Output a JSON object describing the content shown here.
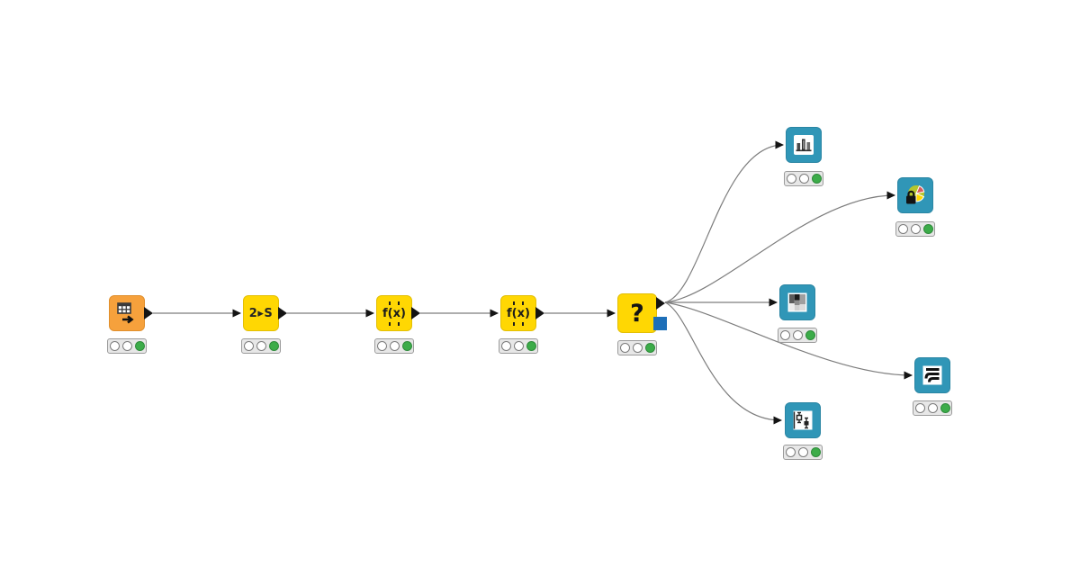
{
  "workflow": {
    "background_color": "#ffffff",
    "wire_color": "#7D7D7D",
    "arrow_color": "#141414",
    "status_light_colors": {
      "inactive": "#ffffff",
      "executed_green": "#3CAC49"
    },
    "node_colors": {
      "source_orange": "#F6A13C",
      "manipulator_yellow": "#FFD703",
      "view_teal": "#3096B7",
      "extra_port_blue": "#1D6FB8"
    },
    "nodes": [
      {
        "name": "table-creator",
        "category": "source",
        "icon": "table-arrow-icon",
        "glyph": "",
        "status": "executed",
        "lights": [
          "off",
          "off",
          "green"
        ]
      },
      {
        "name": "number-to-string",
        "category": "manipulator",
        "icon": "",
        "glyph": "2▸S",
        "status": "executed",
        "lights": [
          "off",
          "off",
          "green"
        ]
      },
      {
        "name": "string-manipulation-1",
        "category": "manipulator",
        "icon": "",
        "glyph": "f(x)",
        "status": "executed",
        "lights": [
          "off",
          "off",
          "green"
        ]
      },
      {
        "name": "string-manipulation-2",
        "category": "manipulator",
        "icon": "",
        "glyph": "f(x)",
        "status": "executed",
        "lights": [
          "off",
          "off",
          "green"
        ]
      },
      {
        "name": "unknown-node",
        "category": "manipulator",
        "icon": "",
        "glyph": "?",
        "status": "executed",
        "lights": [
          "off",
          "off",
          "green"
        ],
        "extra_port": "blue-square"
      },
      {
        "name": "bar-chart-view",
        "category": "view",
        "icon": "bar-chart-icon",
        "glyph": "",
        "status": "executed",
        "lights": [
          "off",
          "off",
          "green"
        ]
      },
      {
        "name": "pie-chart-view",
        "category": "view",
        "icon": "pie-chart-lock-icon",
        "glyph": "",
        "status": "executed",
        "lights": [
          "off",
          "off",
          "green"
        ]
      },
      {
        "name": "heatmap-view",
        "category": "view",
        "icon": "heatmap-icon",
        "glyph": "",
        "status": "executed",
        "lights": [
          "off",
          "off",
          "green"
        ]
      },
      {
        "name": "line-plot-view",
        "category": "view",
        "icon": "line-plot-icon",
        "glyph": "",
        "status": "executed",
        "lights": [
          "off",
          "off",
          "green"
        ]
      },
      {
        "name": "box-plot-view",
        "category": "view",
        "icon": "box-plot-icon",
        "glyph": "",
        "status": "executed",
        "lights": [
          "off",
          "off",
          "green"
        ]
      }
    ],
    "connections": [
      {
        "from": "table-creator",
        "to": "number-to-string"
      },
      {
        "from": "number-to-string",
        "to": "string-manipulation-1"
      },
      {
        "from": "string-manipulation-1",
        "to": "string-manipulation-2"
      },
      {
        "from": "string-manipulation-2",
        "to": "unknown-node"
      },
      {
        "from": "unknown-node",
        "to": "bar-chart-view"
      },
      {
        "from": "unknown-node",
        "to": "pie-chart-view"
      },
      {
        "from": "unknown-node",
        "to": "heatmap-view"
      },
      {
        "from": "unknown-node",
        "to": "line-plot-view"
      },
      {
        "from": "unknown-node",
        "to": "box-plot-view"
      }
    ]
  }
}
